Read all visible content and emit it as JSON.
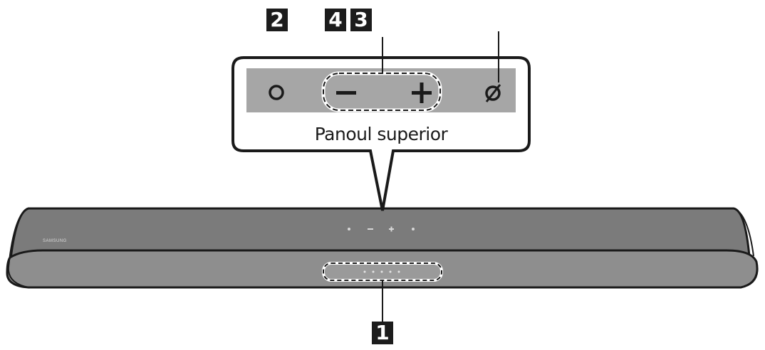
{
  "callouts": {
    "badge_2": "2",
    "badge_4": "4",
    "badge_3": "3",
    "badge_1": "1"
  },
  "top_panel": {
    "caption": "Panoul superior",
    "buttons": [
      {
        "icon": "power-circle-icon",
        "symbol": "o"
      },
      {
        "icon": "minus-icon",
        "symbol": "−"
      },
      {
        "icon": "plus-icon",
        "symbol": "+"
      },
      {
        "icon": "source-icon",
        "symbol": "ø"
      }
    ]
  },
  "soundbar": {
    "brand": "SAMSUNG"
  },
  "colors": {
    "panel_fill": "#a6a6a6",
    "soundbar_body": "#8c8c8c",
    "soundbar_top": "#7a7a7a",
    "outline": "#1a1a1a",
    "badge_bg": "#1c1c1c"
  }
}
